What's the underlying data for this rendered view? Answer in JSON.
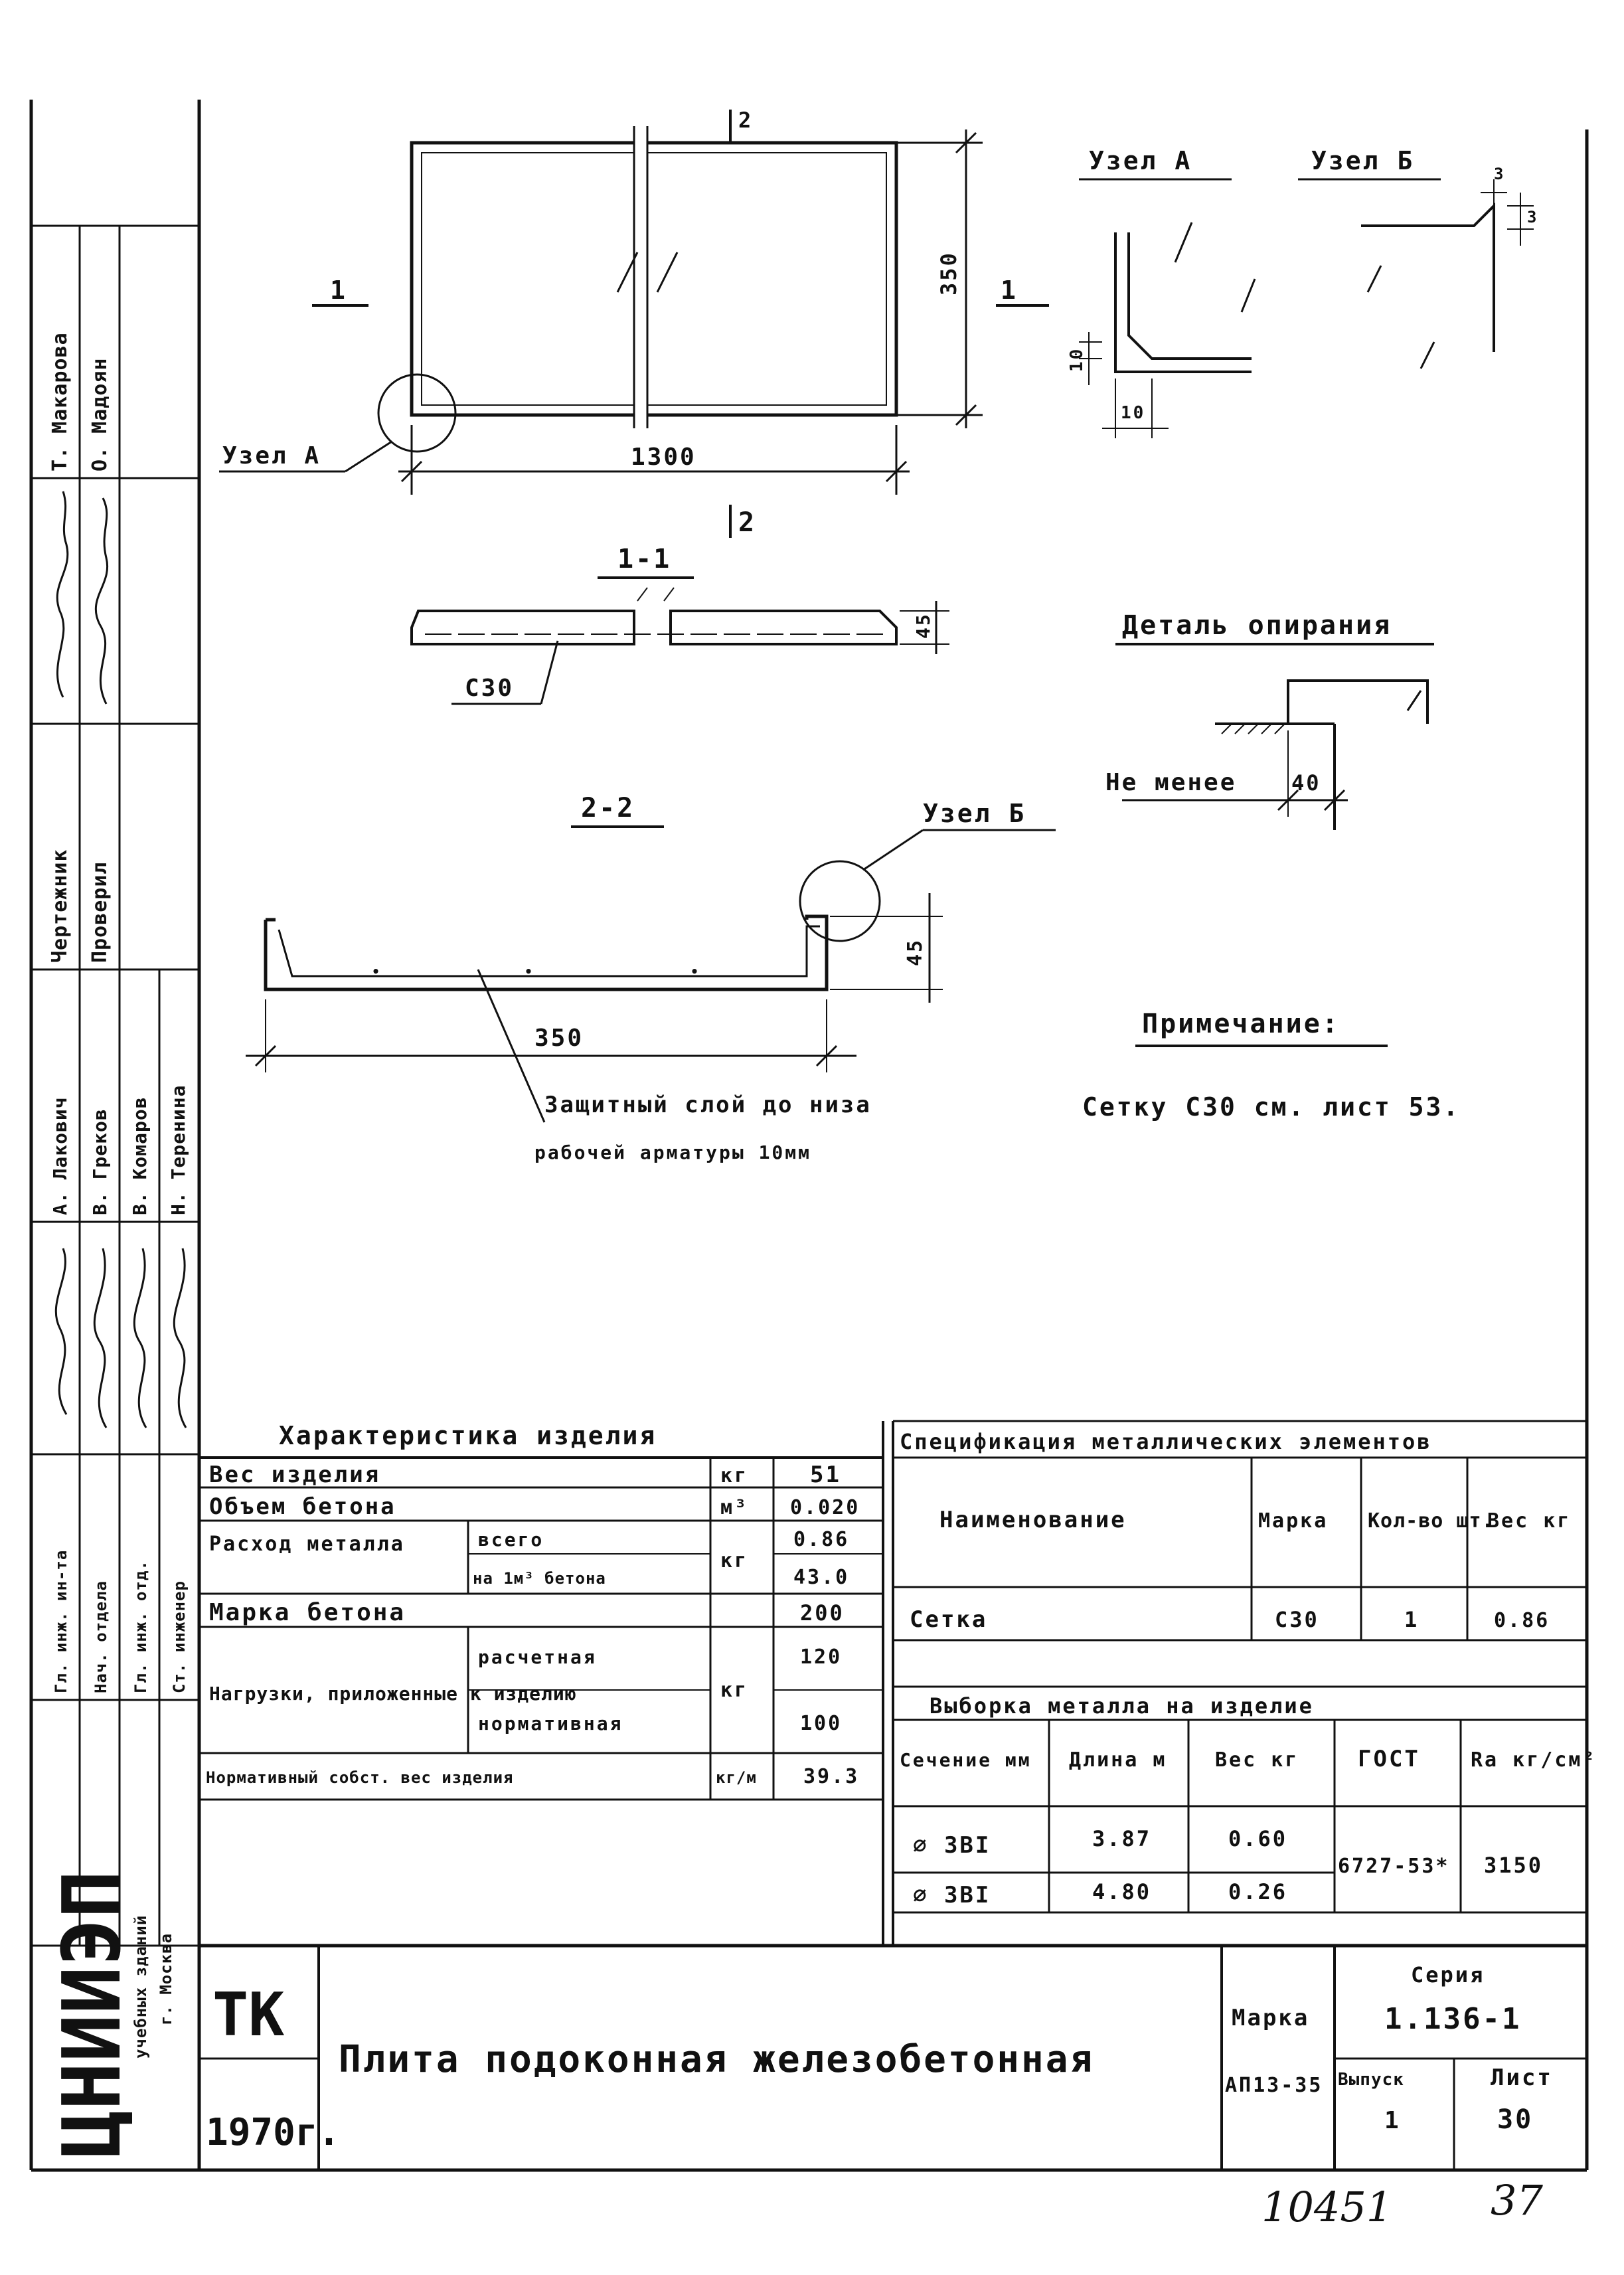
{
  "drawing": {
    "plan": {
      "section_marks": {
        "cut1_left": "1",
        "cut1_right": "1",
        "cut2_top": "2",
        "cut2_bottom": "2"
      },
      "width_dim": "1300",
      "height_dim": "350",
      "node_a_callout": "Узел А"
    },
    "node_a": {
      "title": "Узел А",
      "dim_vertical": "10",
      "dim_horizontal": "10"
    },
    "node_b": {
      "title": "Узел Б",
      "dim_top": "3",
      "dim_right": "3"
    },
    "section_1_1": {
      "title": "1-1",
      "mesh_label": "С30",
      "height_dim": "45"
    },
    "section_2_2": {
      "title": "2-2",
      "node_b_callout": "Узел Б",
      "height_dim": "45",
      "width_dim": "350",
      "note_line1": "Защитный слой до низа",
      "note_line2": "рабочей арматуры 10мм"
    },
    "support_detail": {
      "title": "Деталь опирания",
      "label": "Не менее",
      "dim": "40"
    },
    "note": {
      "title": "Примечание:",
      "text": "Сетку С30 см. лист 53."
    }
  },
  "side_stamp": {
    "roles": [
      "Гл. инж. ин-та",
      "Нач. отдела",
      "Гл. инж. отд.",
      "Ст. инженер"
    ],
    "names": [
      "А. Лакович",
      "В. Греков",
      "В. Комаров",
      "Н. Теренина"
    ],
    "roles2": [
      "Чертежник",
      "Проверил"
    ],
    "names2": [
      "Т. Макарова",
      "О. Мадоян"
    ],
    "institute": "ЦНИИЭП",
    "institute_sub1": "учебных зданий",
    "institute_sub2": "г. Москва"
  },
  "characteristics": {
    "title": "Характеристика изделия",
    "rows": [
      {
        "label": "Вес изделия",
        "unit": "кг",
        "value": "51"
      },
      {
        "label": "Объем бетона",
        "unit": "м³",
        "value": "0.020"
      },
      {
        "label": "Расход металла",
        "sub": "всего",
        "unit": "кг",
        "value": "0.86"
      },
      {
        "label": "",
        "sub": "на 1м³ бетона",
        "unit": "",
        "value": "43.0"
      },
      {
        "label": "Марка бетона",
        "unit": "",
        "value": "200"
      },
      {
        "label": "Нагрузки, приложенные к изделию",
        "sub": "расчетная",
        "unit": "кг",
        "value": "120"
      },
      {
        "label": "",
        "sub": "нормативная",
        "unit": "",
        "value": "100"
      },
      {
        "label": "Нормативный собст. вес изделия",
        "unit": "кг/м",
        "value": "39.3"
      }
    ]
  },
  "specification": {
    "title": "Спецификация металлических элементов",
    "headers": [
      "Наименование",
      "Марка",
      "Кол-во шт.",
      "Вес кг"
    ],
    "rows": [
      {
        "name": "Сетка",
        "mark": "С30",
        "qty": "1",
        "weight": "0.86"
      }
    ]
  },
  "metal_selection": {
    "title": "Выборка металла на изделие",
    "headers": [
      "Сечение мм",
      "Длина м",
      "Вес кг",
      "ГОСТ",
      "Ra кг/см²"
    ],
    "rows": [
      {
        "section": "⌀ 3ВI",
        "length": "3.87",
        "weight": "0.60"
      },
      {
        "section": "⌀ 3ВI",
        "length": "4.80",
        "weight": "0.26"
      }
    ],
    "gost": "6727-53*",
    "ra": "3150"
  },
  "title_block": {
    "code": "ТК",
    "year": "1970г.",
    "name": "Плита подоконная железобетонная",
    "mark_label": "Марка",
    "mark_value": "АП13-35",
    "series_label": "Серия",
    "series_value": "1.136-1",
    "issue_label": "Выпуск",
    "issue_value": "1",
    "sheet_label": "Лист",
    "sheet_value": "30"
  },
  "footer": {
    "inventory_number": "10451",
    "page_number": "37"
  }
}
